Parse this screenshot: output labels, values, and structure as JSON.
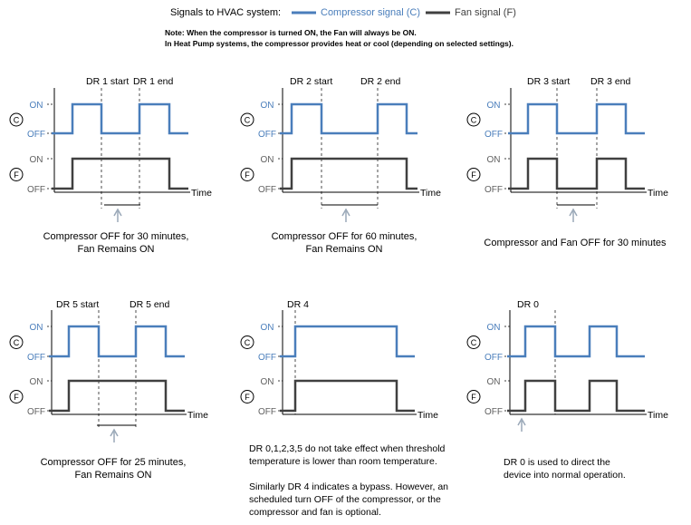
{
  "header": {
    "title": "Signals to HVAC system:",
    "legend": [
      {
        "name": "Compressor signal (C)",
        "color": "#4a7ebb"
      },
      {
        "name": "Fan signal (F)",
        "color": "#404040"
      }
    ],
    "note_line1": "Note: When the compressor is turned ON, the Fan will always be ON.",
    "note_line2": "In Heat Pump systems, the compressor provides heat or cool (depending  on selected settings)."
  },
  "colors": {
    "compressor": "#4a7ebb",
    "fan": "#404040",
    "axis": "#000000"
  },
  "labels": {
    "on": "ON",
    "off": "OFF",
    "time": "Time",
    "compressor_circle": "C",
    "fan_circle": "F"
  },
  "panels": [
    {
      "id": "dr1",
      "start_label": "DR 1 start",
      "end_label": "DR 1 end",
      "compressor": [
        0,
        1,
        0,
        1,
        0
      ],
      "fan": [
        0,
        1,
        1,
        1,
        0
      ],
      "show_span": true,
      "show_arrow": true,
      "caption": [
        "Compressor OFF for 30 minutes,",
        "Fan Remains ON"
      ]
    },
    {
      "id": "dr2",
      "start_label": "DR 2 start",
      "end_label": "DR 2 end",
      "compressor": [
        0,
        1,
        0,
        1,
        0
      ],
      "fan": [
        0,
        1,
        1,
        1,
        0
      ],
      "show_span": true,
      "show_arrow": true,
      "caption": [
        "Compressor OFF for 60 minutes,",
        "Fan Remains ON"
      ]
    },
    {
      "id": "dr3",
      "start_label": "DR 3 start",
      "end_label": "DR 3 end",
      "compressor": [
        0,
        1,
        0,
        1,
        0
      ],
      "fan": [
        0,
        1,
        0,
        1,
        0
      ],
      "show_span": true,
      "show_arrow": true,
      "caption": [
        "Compressor  and Fan OFF for 30 minutes"
      ]
    },
    {
      "id": "dr5",
      "start_label": "DR 5 start",
      "end_label": "DR 5 end",
      "compressor": [
        0,
        1,
        0,
        1,
        0
      ],
      "fan": [
        0,
        1,
        1,
        1,
        0
      ],
      "show_span": true,
      "show_arrow": true,
      "caption": [
        "Compressor OFF for 25 minutes,",
        "Fan Remains ON"
      ]
    },
    {
      "id": "dr4",
      "start_label": "DR 4",
      "end_label": "",
      "compressor": [
        0,
        1,
        1,
        1,
        0
      ],
      "fan": [
        0,
        1,
        1,
        1,
        0
      ],
      "show_span": false,
      "show_arrow": false,
      "caption": []
    },
    {
      "id": "dr0",
      "start_label": "DR 0",
      "end_label": "",
      "compressor": [
        0,
        1,
        0,
        1,
        0
      ],
      "fan": [
        0,
        1,
        0,
        1,
        0
      ],
      "show_span": false,
      "show_arrow": true,
      "caption": []
    }
  ],
  "notes": {
    "dr4_p1": [
      "DR 0,1,2,3,5 do not take effect when threshold",
      "temperature is lower than room temperature."
    ],
    "dr4_p2": [
      "Similarly DR 4 indicates a bypass. However, an",
      "scheduled turn  OFF of the compressor, or the",
      "compressor and fan is optional."
    ],
    "dr0_p1": [
      "DR 0 is used to direct the",
      "device into normal operation."
    ]
  }
}
